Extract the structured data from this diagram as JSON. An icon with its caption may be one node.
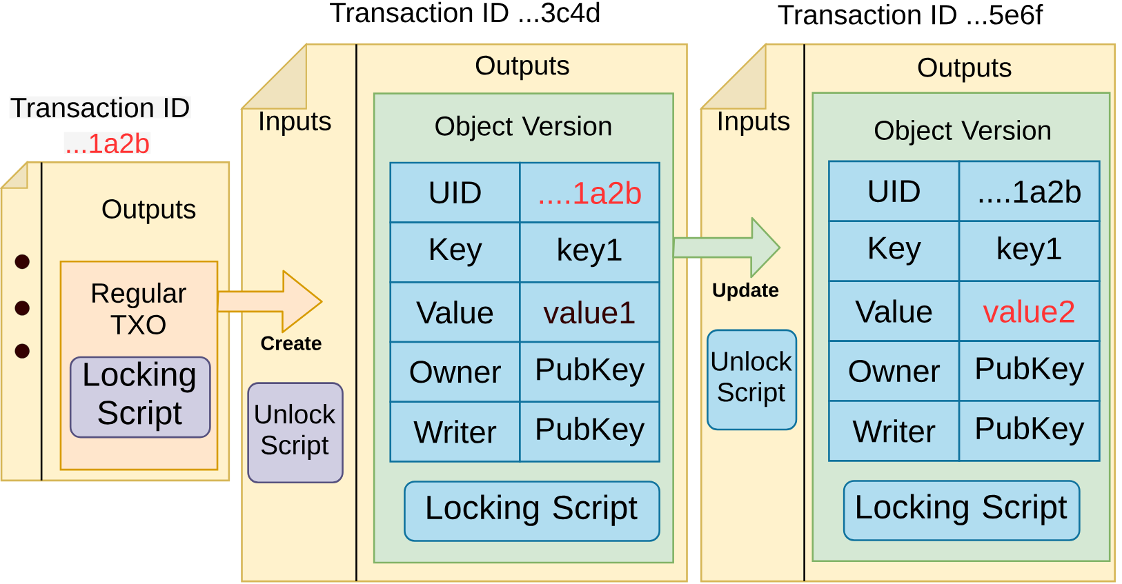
{
  "diagram": {
    "nodes": [
      {
        "text": [
          "Transaction ID",
          "...1a2b",
          "Outputs"
        ]
      },
      {
        "text": [
          "Regular TXO"
        ],
        "in": 0
      },
      {
        "text": [
          "Locking Script"
        ],
        "in": 1
      },
      {
        "text": [
          "Transaction ID ...3c4d",
          "Inputs",
          "Outputs"
        ]
      },
      {
        "text": [
          "Unlock Script"
        ],
        "in": 3
      },
      {
        "text": [
          "Object Version"
        ],
        "in": 3
      },
      {
        "text": [
          "UID"
        ],
        "in": 5
      },
      {
        "text": [
          "....1a2b"
        ],
        "in": 5
      },
      {
        "text": [
          "Key"
        ],
        "in": 5
      },
      {
        "text": [
          "key1"
        ],
        "in": 5
      },
      {
        "text": [
          "Value"
        ],
        "in": 5
      },
      {
        "text": [
          "value1"
        ],
        "in": 5
      },
      {
        "text": [
          "Owner"
        ],
        "in": 5
      },
      {
        "text": [
          "PubKey"
        ],
        "in": 5
      },
      {
        "text": [
          "Writer"
        ],
        "in": 5
      },
      {
        "text": [
          "PubKey"
        ],
        "in": 5
      },
      {
        "text": [
          "Locking Script"
        ],
        "in": 5
      },
      {
        "text": [
          "Transaction ID ...5e6f",
          "Inputs",
          "Outputs"
        ]
      },
      {
        "text": [
          "Unlock Script"
        ],
        "in": 17
      },
      {
        "text": [
          "Object Version"
        ],
        "in": 17
      },
      {
        "text": [
          "UID"
        ],
        "in": 19
      },
      {
        "text": [
          "....1a2b"
        ],
        "in": 19
      },
      {
        "text": [
          "Key"
        ],
        "in": 19
      },
      {
        "text": [
          "key1"
        ],
        "in": 19
      },
      {
        "text": [
          "Value"
        ],
        "in": 19
      },
      {
        "text": [
          "value2"
        ],
        "in": 19
      },
      {
        "text": [
          "Owner"
        ],
        "in": 19
      },
      {
        "text": [
          "PubKey"
        ],
        "in": 19
      },
      {
        "text": [
          "Writer"
        ],
        "in": 19
      },
      {
        "text": [
          "PubKey"
        ],
        "in": 19
      },
      {
        "text": [
          "Locking Script"
        ],
        "in": 19
      }
    ],
    "edges": [
      {
        "from": 1,
        "to": 3,
        "arrow": "to",
        "label": "Create"
      },
      {
        "from": 5,
        "to": 17,
        "arrow": "to",
        "label": "Update"
      }
    ]
  }
}
